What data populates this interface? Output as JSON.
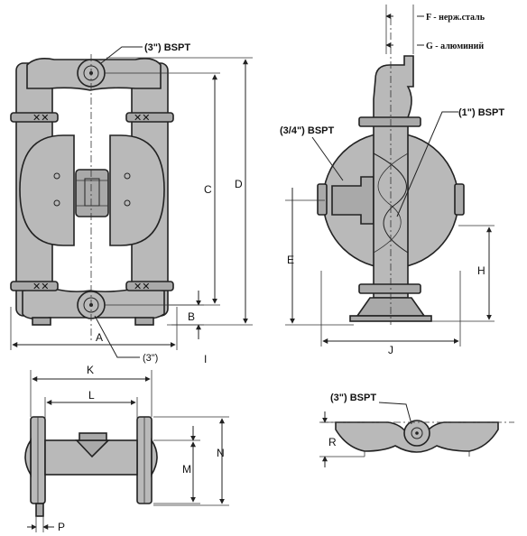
{
  "labels": {
    "top_port": "(3\") BSPT",
    "bottom_port": "(3\")",
    "side_air": "(3/4\") BSPT",
    "side_one": "(1\") BSPT",
    "bottom_view_port": "(3\") BSPT",
    "f_note": "F - нерж.сталь",
    "g_note": "G - алюминий"
  },
  "dims": {
    "A": "A",
    "B": "B",
    "C": "C",
    "D": "D",
    "E": "E",
    "F": "F",
    "G": "G",
    "H": "H",
    "I": "I",
    "J": "J",
    "K": "K",
    "L": "L",
    "M": "M",
    "N": "N",
    "P": "P",
    "R": "R"
  }
}
